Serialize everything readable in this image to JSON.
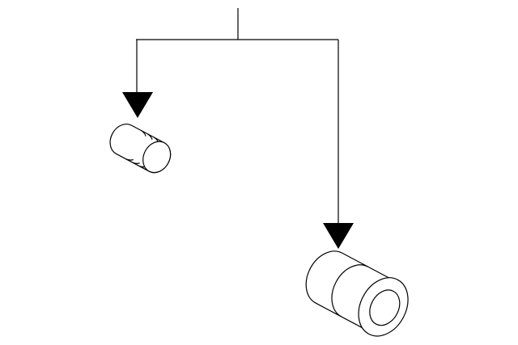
{
  "diagram": {
    "parts": [
      {
        "name": "small-bushing",
        "shape": "grooved cylinder"
      },
      {
        "name": "large-bushing",
        "shape": "flanged sleeve with bore"
      }
    ],
    "colors": {
      "line": "#000000",
      "background": "#ffffff"
    }
  }
}
